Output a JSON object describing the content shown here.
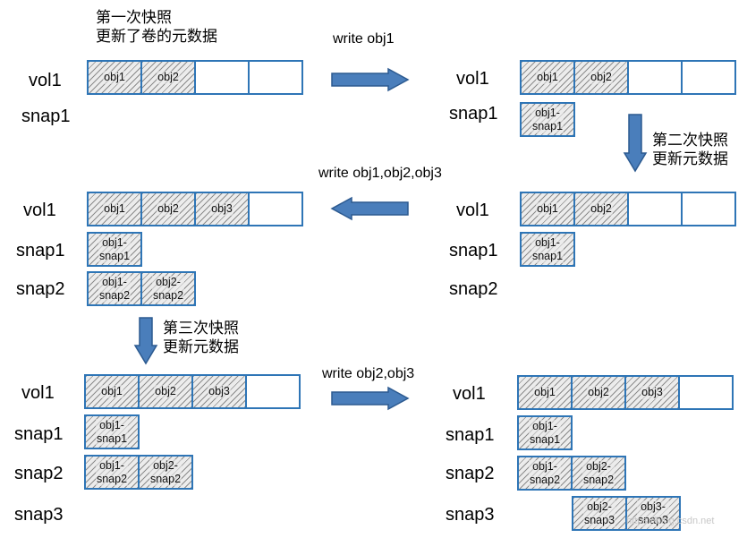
{
  "captions": {
    "snap_1": [
      "第一次快照",
      "更新了卷的元数据"
    ],
    "snap_2": [
      "第二次快照",
      "更新元数据"
    ],
    "snap_3": [
      "第三次快照",
      "更新元数据"
    ]
  },
  "writes": {
    "w1": "write obj1",
    "w2": "write obj1,obj2,obj3",
    "w3": "write obj2,obj3"
  },
  "labels": {
    "vol1": "vol1",
    "snap1": "snap1",
    "snap2": "snap2",
    "snap3": "snap3"
  },
  "cells": {
    "obj1": "obj1",
    "obj2": "obj2",
    "obj3": "obj3",
    "obj1_snap1": [
      "obj1-",
      "snap1"
    ],
    "obj1_snap2": [
      "obj1-",
      "snap2"
    ],
    "obj2_snap2": [
      "obj2-",
      "snap2"
    ],
    "obj2_snap3": [
      "obj2-",
      "snap3"
    ],
    "obj3_snap3": [
      "obj3-",
      "snap3"
    ]
  },
  "watermark": "https://blog.csdn.net",
  "colors": {
    "box_border": "#2e75b6",
    "arrow_fill": "#4a7ebb",
    "arrow_stroke": "#2c5a90",
    "hatch": "#8c8c8c"
  }
}
